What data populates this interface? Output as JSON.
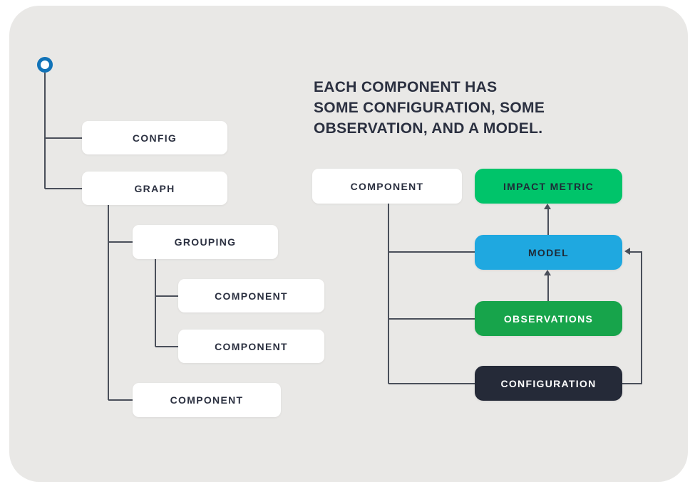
{
  "heading": {
    "lines": [
      "EACH COMPONENT HAS",
      "SOME CONFIGURATION, SOME",
      "OBSERVATION, AND A MODEL."
    ]
  },
  "tree": {
    "nodes": {
      "config": "CONFIG",
      "graph": "GRAPH",
      "grouping": "GROUPING",
      "component_a": "COMPONENT",
      "component_b": "COMPONENT",
      "component_bottom": "COMPONENT"
    }
  },
  "right": {
    "component_label": "COMPONENT",
    "blocks": {
      "impact_metric": {
        "label": "IMPACT METRIC",
        "bg": "#00C46A",
        "fg": "#1E2B38"
      },
      "model": {
        "label": "MODEL",
        "bg": "#1FA8E0",
        "fg": "#1E2B38"
      },
      "observations": {
        "label": "OBSERVATIONS",
        "bg": "#17A44B",
        "fg": "#FFFFFF"
      },
      "configuration": {
        "label": "CONFIGURATION",
        "bg": "#252A38",
        "fg": "#FFFFFF"
      }
    }
  },
  "colors": {
    "panel_bg": "#E9E8E6",
    "box_bg": "#FFFFFF",
    "line": "#4A4F5A",
    "text_dark": "#2B3040",
    "root_circle": "#1173B8"
  }
}
